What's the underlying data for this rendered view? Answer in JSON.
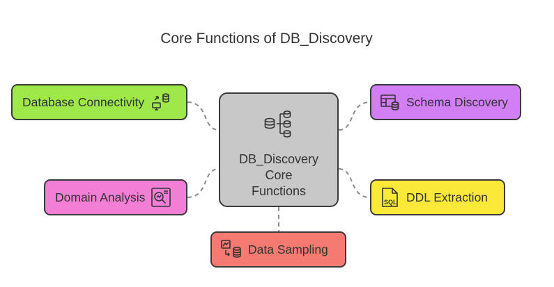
{
  "title": "Core Functions of DB_Discovery",
  "core": {
    "lines": [
      "DB_Discovery",
      "Core",
      "Functions"
    ],
    "color": "#c8c8c8",
    "icon": "database-tree-icon"
  },
  "nodes": [
    {
      "label": "Database Connectivity",
      "color": "#9ee84a",
      "icon": "database-transfer-icon"
    },
    {
      "label": "Schema Discovery",
      "color": "#d27ef4",
      "icon": "schema-table-icon"
    },
    {
      "label": "Domain Analysis",
      "color": "#f27ed6",
      "icon": "domain-chart-icon"
    },
    {
      "label": "DDL Extraction",
      "color": "#fbe93a",
      "icon": "sql-file-icon",
      "icon_text": "SQL"
    },
    {
      "label": "Data Sampling",
      "color": "#f47a72",
      "icon": "sampling-data-icon"
    }
  ]
}
